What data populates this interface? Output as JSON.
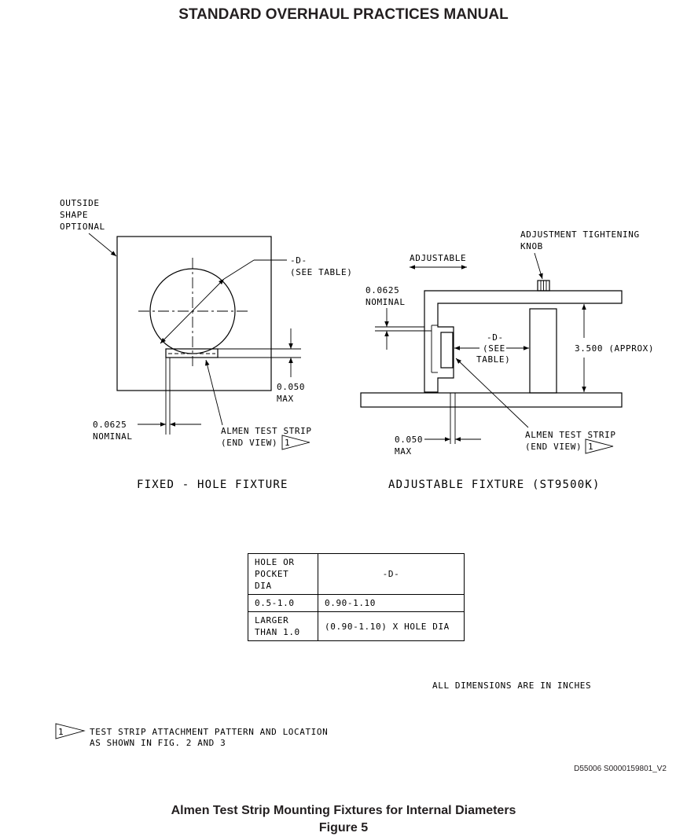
{
  "header": {
    "title": "STANDARD OVERHAUL PRACTICES MANUAL"
  },
  "fixed_fixture": {
    "outside_shape_label": [
      "OUTSIDE",
      "SHAPE",
      "OPTIONAL"
    ],
    "d_label": "-D-",
    "see_table": "(SEE TABLE)",
    "dim_max_value": "0.050",
    "dim_max_unit": "MAX",
    "dim_nominal_value": "0.0625",
    "dim_nominal_unit": "NOMINAL",
    "strip_label": "ALMEN TEST STRIP",
    "strip_view": "(END VIEW)",
    "note_number": "1",
    "caption": "FIXED - HOLE FIXTURE"
  },
  "adjustable_fixture": {
    "knob_label": [
      "ADJUSTMENT TIGHTENING",
      "KNOB"
    ],
    "adjustable_label": "ADJUSTABLE",
    "nominal_value": "0.0625",
    "nominal_unit": "NOMINAL",
    "d_label": "-D-",
    "see_label": "(SEE",
    "table_label": "TABLE)",
    "height_label": "3.500 (APPROX)",
    "max_value": "0.050",
    "max_unit": "MAX",
    "strip_label": "ALMEN TEST STRIP",
    "strip_view": "(END VIEW)",
    "note_number": "1",
    "caption": "ADJUSTABLE FIXTURE (ST9500K)"
  },
  "table": {
    "header": {
      "col1_line1": "HOLE OR",
      "col1_line2": "POCKET DIA",
      "col2": "-D-"
    },
    "rows": [
      {
        "col1_line1": "0.5-1.0",
        "col1_line2": "",
        "col2": "0.90-1.10"
      },
      {
        "col1_line1": "LARGER",
        "col1_line2": "THAN 1.0",
        "col2": "(0.90-1.10) X HOLE DIA"
      }
    ]
  },
  "notes": {
    "units": "ALL DIMENSIONS ARE IN INCHES",
    "footnote_number": "1",
    "footnote_line1": "TEST STRIP ATTACHMENT PATTERN AND LOCATION",
    "footnote_line2": "AS SHOWN IN FIG. 2 AND 3"
  },
  "drawing_id": "D55006 S0000159801_V2",
  "caption": {
    "line1": "Almen Test Strip Mounting Fixtures for Internal Diameters",
    "line2": "Figure 5"
  }
}
